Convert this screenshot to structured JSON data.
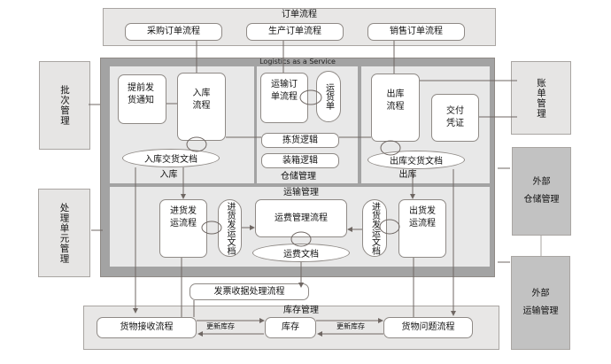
{
  "title": "Logistics as a Service",
  "order_flow": {
    "title": "订单流程",
    "items": [
      "采购订单流程",
      "生产订单流程",
      "销售订单流程"
    ]
  },
  "side_left": [
    {
      "label": "批次管理"
    },
    {
      "label": "处理单元管理"
    }
  ],
  "side_right": [
    {
      "label": "账单管理"
    },
    {
      "label_line1": "外部",
      "label_line2": "仓储管理"
    },
    {
      "label_line1": "外部",
      "label_line2": "运输管理"
    }
  ],
  "inbound": {
    "title": "入库",
    "advance_notice": "提前发货通知",
    "process": "入库流程",
    "document": "入库交货文档"
  },
  "warehouse": {
    "title": "仓储管理",
    "transport_order": "运输订单流程",
    "waybill": "运货单",
    "picking": "拣货逻辑",
    "packing": "装箱逻辑"
  },
  "outbound": {
    "title": "出库",
    "process": "出库流程",
    "proof": "交付凭证",
    "document": "出库交货文档"
  },
  "transport": {
    "title": "运输管理",
    "inbound_shipping": "进货发运流程",
    "inbound_shipping_doc_left": "进货发运文档",
    "freight_process": "运费管理流程",
    "freight_doc": "运费文档",
    "inbound_shipping_doc_right": "进货发运文档",
    "outbound_shipping": "出货发运流程"
  },
  "invoice": "发票收据处理流程",
  "inventory": {
    "title": "库存管理",
    "receipt": "货物接收流程",
    "stock": "库存",
    "issue": "货物问题流程",
    "update_left": "更新库存",
    "update_right": "更新库存"
  },
  "colors": {
    "outer_frame": "#a3a3a3",
    "panel": "#e8e7e6",
    "external": "#c2c2c2",
    "line": "#6f6763"
  }
}
